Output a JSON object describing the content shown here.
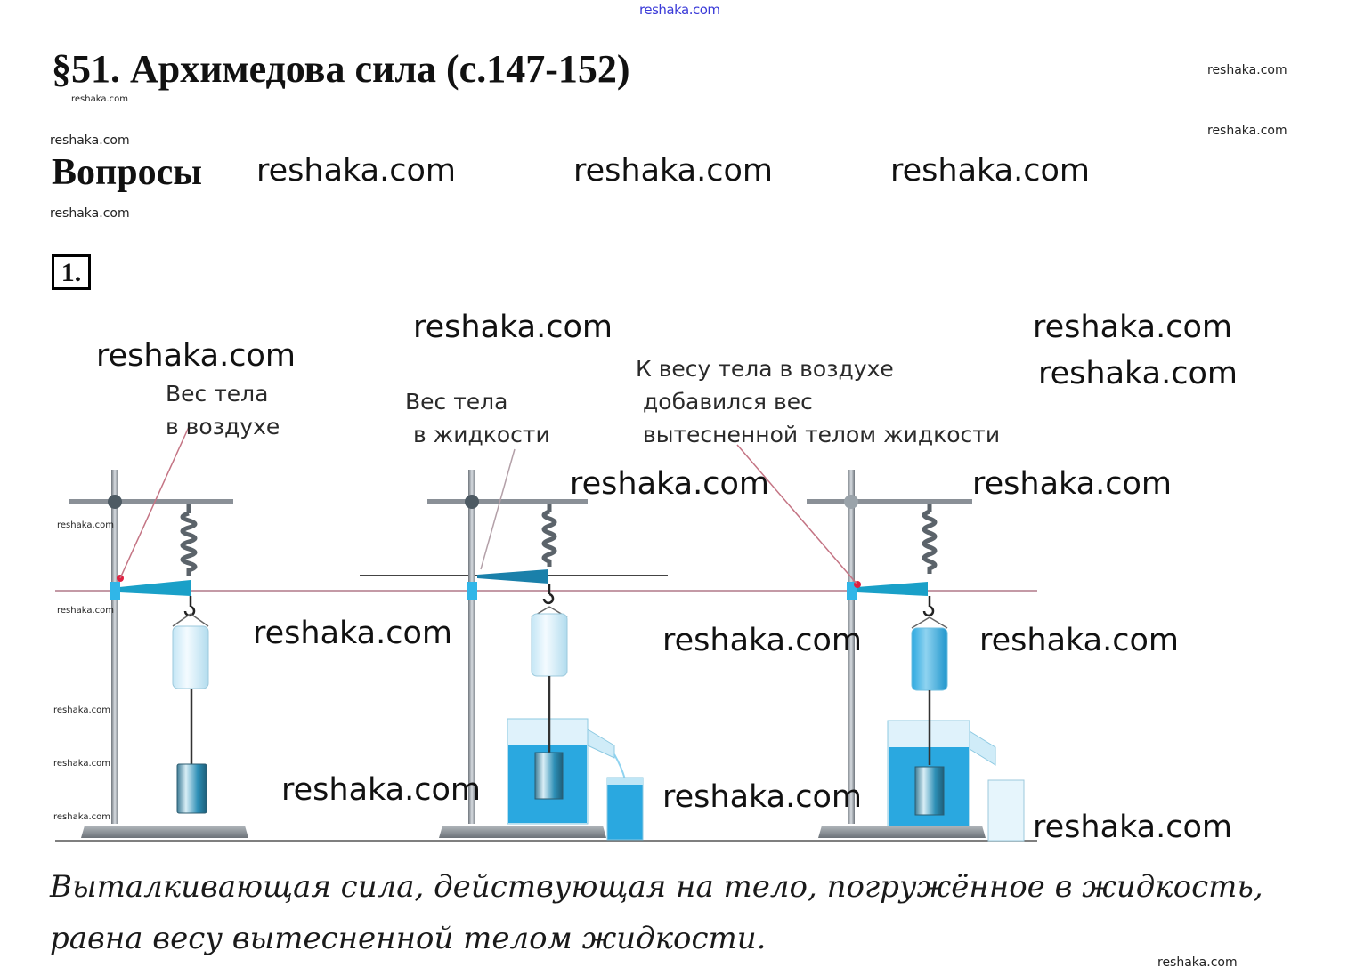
{
  "document": {
    "title": "§51. Архимедова сила (с.147-152)",
    "section_heading": "Вопросы",
    "question_number": "1.",
    "answer_text": "Выталкивающая сила, действующая на тело, погружённое в жидкость, равна весу вытесненной телом жидкости."
  },
  "figure": {
    "label_air": [
      "Вес тела",
      "в воздухе"
    ],
    "label_liquid": [
      "Вес тела",
      "в жидкости"
    ],
    "label_added": [
      "К весу тела в воздухе",
      "добавился вес",
      "вытесненной телом жидкости"
    ],
    "colors": {
      "water": "#2aa8e0",
      "water_light": "#bfe6f6",
      "stand": "#8a9097",
      "pointer": "#1aa0c8",
      "reference_line": "#c49aa6",
      "marker": "#e02040"
    }
  },
  "watermarks": {
    "top": "reshaka.com",
    "small": "reshaka.com",
    "large": "reshaka.com"
  }
}
